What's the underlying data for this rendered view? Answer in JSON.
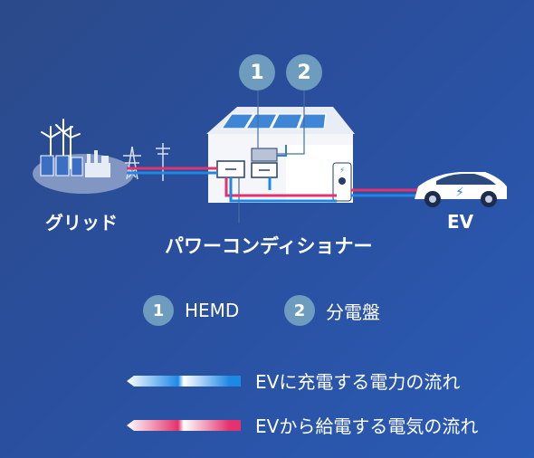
{
  "diagram": {
    "label_grid": "グリッド",
    "label_power_conditioner": "パワーコンディショナー",
    "label_ev": "EV",
    "callout_1": "1",
    "callout_2": "2"
  },
  "key": [
    {
      "number": "1",
      "label": "HEMD"
    },
    {
      "number": "2",
      "label": "分電盤"
    }
  ],
  "legend": [
    {
      "label": "EVに充電する電力の流れ",
      "color": "#1e88e5"
    },
    {
      "label": "EVから給電する電気の流れ",
      "color": "#e2336f"
    }
  ],
  "colors": {
    "flow_blue": "#1e88e5",
    "flow_pink": "#e2336f",
    "circle": "#6d9cbf"
  }
}
